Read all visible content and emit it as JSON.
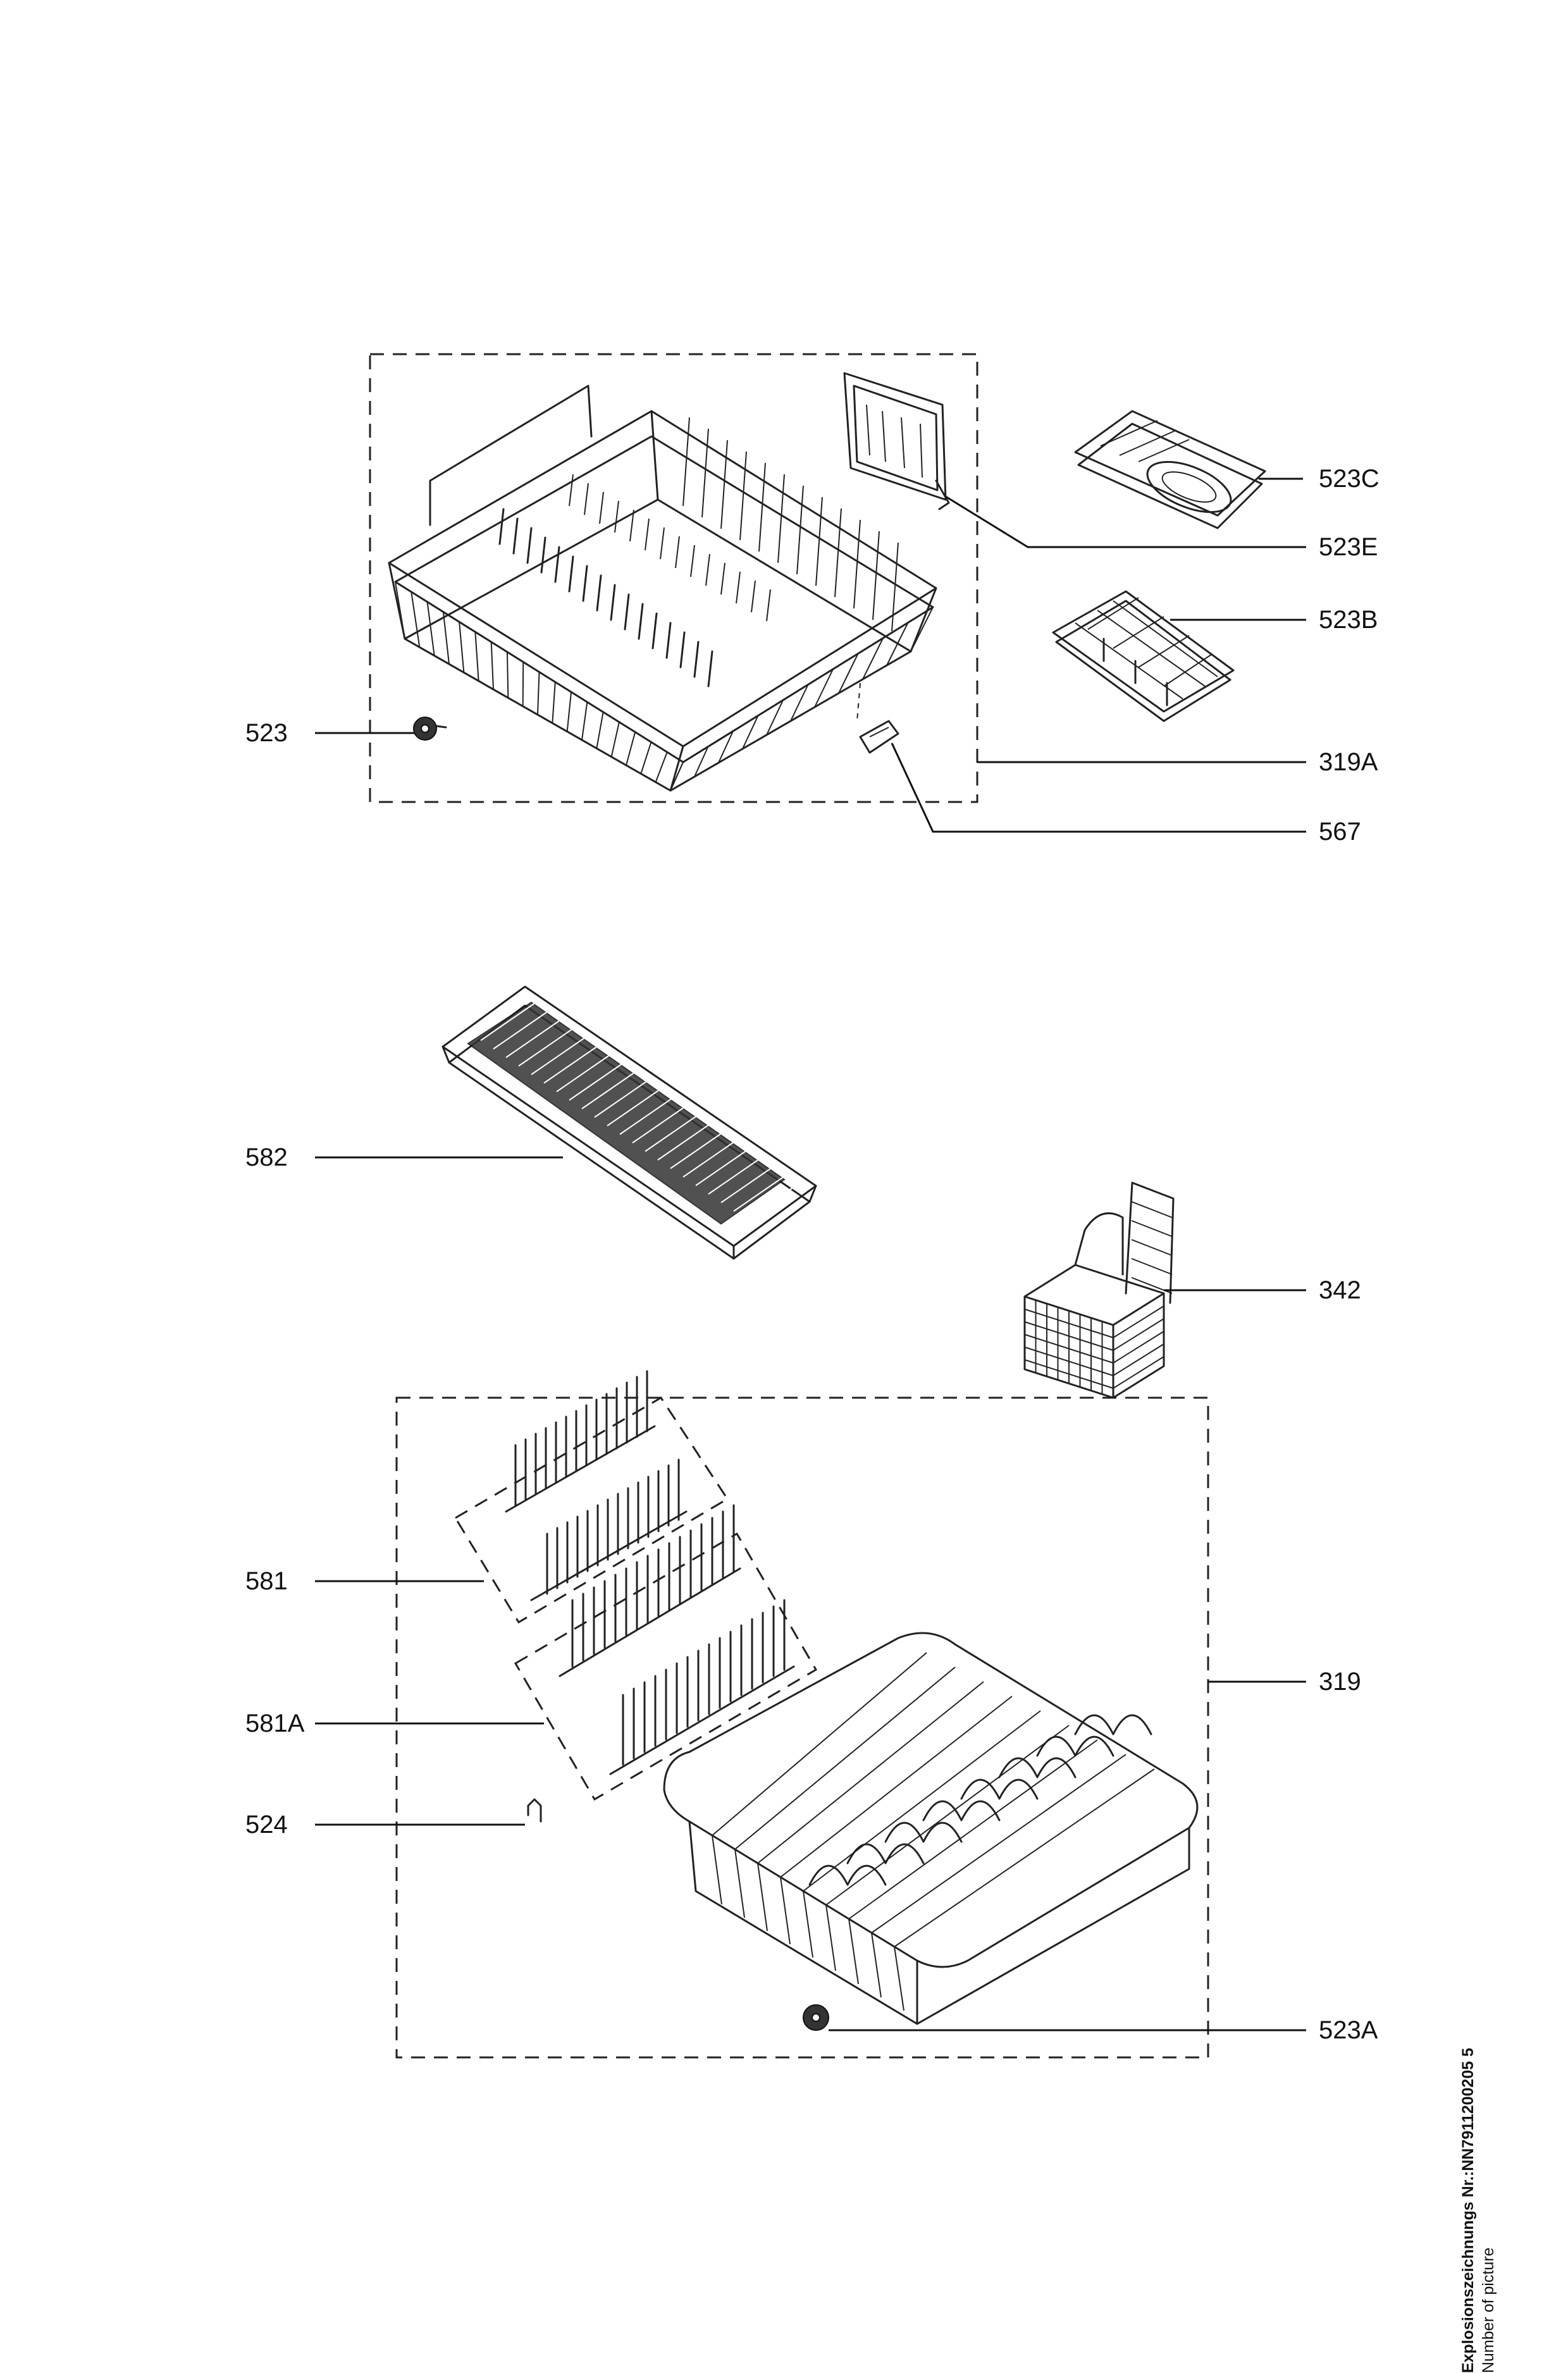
{
  "callouts": [
    {
      "id": "523C",
      "label": "523C"
    },
    {
      "id": "523E",
      "label": "523E"
    },
    {
      "id": "523B",
      "label": "523B"
    },
    {
      "id": "523",
      "label": "523"
    },
    {
      "id": "319A",
      "label": "319A"
    },
    {
      "id": "567",
      "label": "567"
    },
    {
      "id": "582",
      "label": "582"
    },
    {
      "id": "342",
      "label": "342"
    },
    {
      "id": "581",
      "label": "581"
    },
    {
      "id": "319",
      "label": "319"
    },
    {
      "id": "581A",
      "label": "581A"
    },
    {
      "id": "524",
      "label": "524"
    },
    {
      "id": "523A",
      "label": "523A"
    }
  ],
  "reference": {
    "title": "Explosionszeichnungs Nr.:NN7911200205 5",
    "subtitle": "Number of picture"
  },
  "colors": {
    "line": "#222222",
    "background": "#ffffff"
  }
}
